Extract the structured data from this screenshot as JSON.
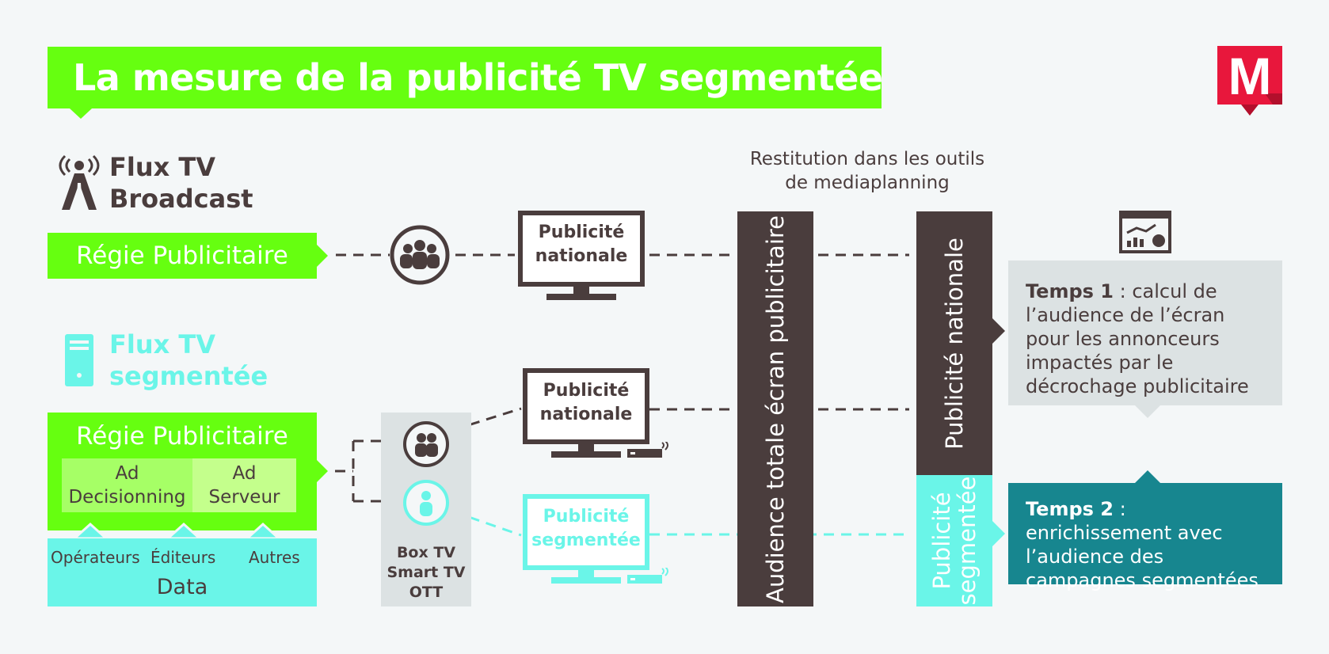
{
  "header": {
    "title": "La mesure de la publicité TV segmentée",
    "logo_letter": "M"
  },
  "sources": {
    "broadcast": {
      "line1": "Flux TV",
      "line2": "Broadcast"
    },
    "segmented": {
      "line1": "Flux TV",
      "line2": "segmentée"
    }
  },
  "regie": {
    "broadcast_label": "Régie Publicitaire",
    "segmented_label": "Régie Publicitaire",
    "ad_decisioning": [
      "Ad",
      "Decisionning"
    ],
    "ad_serveur": [
      "Ad",
      "Serveur"
    ]
  },
  "data_box": {
    "operateurs": "Opérateurs",
    "editeurs": "Éditeurs",
    "autres": "Autres",
    "label": "Data"
  },
  "devices": [
    "Box TV",
    "Smart TV",
    "OTT"
  ],
  "screens": {
    "tv1": [
      "Publicité",
      "nationale"
    ],
    "tv2": [
      "Publicité",
      "nationale"
    ],
    "tv3": [
      "Publicité",
      "segmentée"
    ]
  },
  "restitution": [
    "Restitution dans les outils",
    "de mediaplanning"
  ],
  "bars": {
    "audience": "Audience totale écran publicitaire",
    "nationale": "Publicité nationale",
    "segmentee": [
      "Publicité",
      "segmentée"
    ]
  },
  "temps1": {
    "label": "Temps 1",
    "text": " : calcul de l’audience de l’écran pour les annonceurs impactés par le décrochage publicitaire"
  },
  "temps2": {
    "label": "Temps 2",
    "text": " : enrichissement avec l’audience des campagnes segmentées"
  },
  "colors": {
    "green": "#66ff10",
    "cyan": "#6af5e8",
    "dark": "#4a3d3d",
    "teal": "#17868f",
    "grey": "#dce2e3",
    "red": "#e8173c"
  },
  "icons": [
    "people-icon",
    "antenna-icon",
    "tv-box-icon",
    "group-icon",
    "person-icon",
    "tv-icon",
    "set-top-box-icon",
    "dashboard-icon",
    "logo-icon"
  ]
}
